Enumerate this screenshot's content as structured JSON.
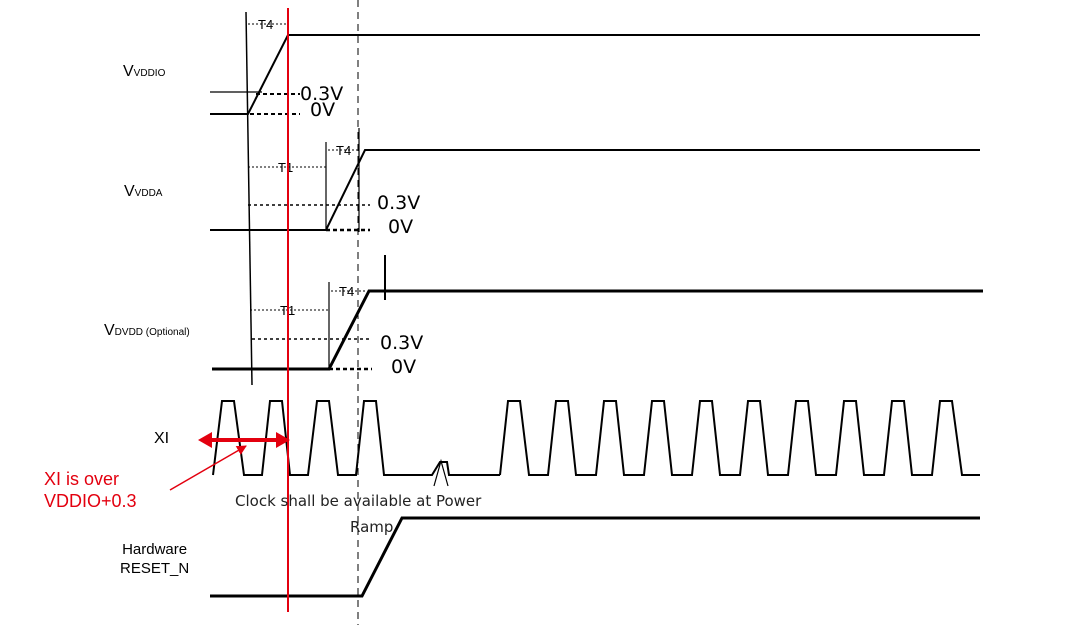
{
  "signals": {
    "vddio": {
      "main": "V",
      "sub": "VDDIO",
      "high_label": "0.3V",
      "zero_label": "0V",
      "t4": "T4"
    },
    "vdda": {
      "main": "V",
      "sub": "VDDA",
      "high_label": "0.3V",
      "zero_label": "0V",
      "t1": "T1",
      "t4": "T4"
    },
    "dvdd": {
      "main": "V",
      "sub": "DVDD (Optional)",
      "high_label": "0.3V",
      "zero_label": "0V",
      "t1": "T1",
      "t4": "T4"
    },
    "xi": {
      "label": "XI"
    },
    "reset": {
      "line1": "Hardware",
      "line2": "RESET_N"
    }
  },
  "notes": {
    "clock_line1": "Clock shall be available at Power",
    "clock_line2": "Ramp"
  },
  "annotation": {
    "line1": "XI is over",
    "line2": "VDDIO+0.3",
    "color": "#e3000f"
  }
}
